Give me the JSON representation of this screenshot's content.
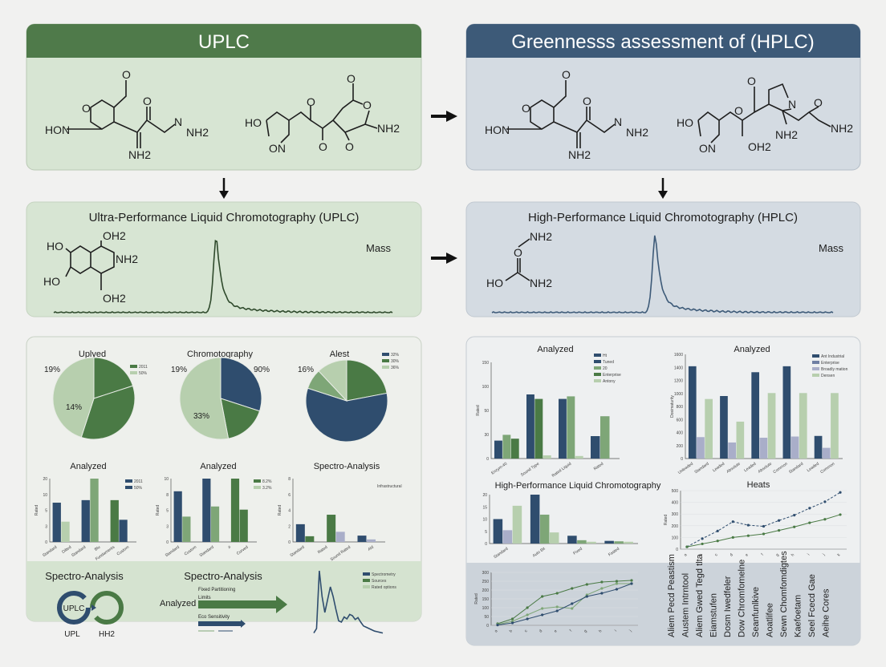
{
  "colors": {
    "navy": "#2f4d6e",
    "green": "#4a7a45",
    "mid_green": "#7ea677",
    "light_green": "#b7cfae",
    "lavender": "#a9aec9",
    "uplc_panel": "#d7e5d3",
    "hplc_panel": "#d4dbe2",
    "uplc_header": "#4f7a4a",
    "hplc_header": "#3d5a78"
  },
  "uplc": {
    "header": "UPLC",
    "molecule_a": {
      "o1": "O",
      "o2": "O",
      "o3": "O",
      "hon": "HON",
      "n": "N",
      "nh2": "NH2",
      "nh2b": "NH2"
    },
    "molecule_b": {
      "ho": "HO",
      "on": "ON",
      "o1": "O",
      "o2": "O",
      "o3": "O",
      "o4": "O",
      "o5": "O",
      "nh2": "NH2"
    },
    "method_title": "Ultra-Performance Liquid Chromotography (UPLC)",
    "method_molecule": {
      "ho1": "HO",
      "ho2": "HO",
      "oh2a": "OH2",
      "oh2b": "OH2",
      "nh2": "NH2"
    },
    "mass_label": "Mass"
  },
  "hplc": {
    "header": "Greennesss assessment of (HPLC)",
    "molecule_a": {
      "o1": "O",
      "o2": "O",
      "o3": "O",
      "hon": "HON",
      "n": "N",
      "nh2": "NH2",
      "nh2b": "NH2"
    },
    "molecule_b": {
      "ho": "HO",
      "on": "ON",
      "o1": "O",
      "o2": "O",
      "n": "N",
      "o3": "O",
      "nh2": "NH2",
      "nh2b": "NH2",
      "oh2": "OH2"
    },
    "method_title": "High-Performance Liquid Chromotography (HPLC)",
    "method_molecule": {
      "nh2a": "NH2",
      "o": "O",
      "ho": "HO",
      "nh2b": "NH2"
    },
    "mass_label": "Mass"
  },
  "bottom_left": {
    "spectro_title_1": "Spectro-Analysis",
    "ring_label": "UPLC",
    "under_left": "UPL",
    "under_right": "HH2",
    "spectro_title_2": "Spectro-Analysis",
    "analyzed": "Analyzed",
    "arrow_text_1": "Fixed Partitioning",
    "arrow_text_2": "Limits",
    "arrow_text_3": "Eco Sensitivity"
  },
  "bottom_right": {
    "labels": [
      "Aliem Pecd Peastism",
      "Austem Intrntool",
      "Aliem Gwed Tegd tlta",
      "Eiamstufen",
      "Dosm Iwedfeler",
      "Dow Chromfomelne",
      "Seanfunlkive",
      "Aoatlifee",
      "Sewn Chomfomdigtes",
      "Kaefoetam",
      "Seel Fcecd Gae",
      "Aeihe Cores"
    ]
  },
  "chart_data": [
    {
      "type": "pie",
      "title": "Uplyed",
      "values": [
        20,
        35,
        45
      ],
      "colors": [
        "#4a7a45",
        "#4a7a45",
        "#b7cfae"
      ],
      "labels": [
        "19%",
        "14%"
      ],
      "legend": [
        {
          "label": "2011",
          "color": "#4a7a45"
        },
        {
          "label": "50%",
          "color": "#b7cfae"
        }
      ]
    },
    {
      "type": "pie",
      "title": "Chromotography",
      "values": [
        30,
        17,
        53
      ],
      "colors": [
        "#2f4d6e",
        "#4a7a45",
        "#b7cfae"
      ],
      "labels": [
        "19%",
        "90%",
        "33%"
      ],
      "legend": []
    },
    {
      "type": "pie",
      "title": "Alest",
      "values": [
        22,
        58,
        8,
        12
      ],
      "colors": [
        "#4a7a45",
        "#2f4d6e",
        "#7ea677",
        "#b7cfae"
      ],
      "labels": [
        "16%"
      ],
      "legend": [
        {
          "label": "32%",
          "color": "#2f4d6e"
        },
        {
          "label": "30%",
          "color": "#4a7a45"
        },
        {
          "label": "36%",
          "color": "#b7cfae"
        }
      ]
    },
    {
      "type": "bar",
      "title": "Analyzed",
      "ylabel": "Rated",
      "ylim": [
        0,
        10
      ],
      "yticks": [
        "0",
        "3",
        "5",
        "10",
        "20"
      ],
      "categories": [
        "Standard",
        "Dilted",
        "Standard",
        "Blu",
        "Fundaments",
        "Custom"
      ],
      "groups": [
        [
          6.2,
          3.2
        ],
        [
          6.6,
          10
        ],
        [
          6.6,
          3.5
        ]
      ],
      "colors": [
        [
          "#2f4d6e",
          "#b7cfae"
        ],
        [
          "#2f4d6e",
          "#7ea677"
        ],
        [
          "#4a7a45",
          "#2f4d6e"
        ]
      ],
      "legend": [
        {
          "label": "2011",
          "color": "#2f4d6e"
        },
        {
          "label": "50%",
          "color": "#2f4d6e"
        }
      ]
    },
    {
      "type": "bar",
      "title": "Analyzed",
      "ylabel": "Rated",
      "ylim": [
        0,
        10
      ],
      "yticks": [
        "0",
        "3",
        "5",
        "8",
        "10"
      ],
      "categories": [
        "Standard",
        "Custom",
        "Standard",
        "#",
        "Curved"
      ],
      "groups": [
        [
          8,
          4
        ],
        [
          10,
          5.6
        ],
        [
          10,
          5.1
        ]
      ],
      "colors": [
        [
          "#2f4d6e",
          "#7ea677"
        ],
        [
          "#2f4d6e",
          "#7ea677"
        ],
        [
          "#4a7a45",
          "#4a7a45"
        ]
      ],
      "legend": [
        {
          "label": "8.2%",
          "color": "#4a7a45"
        },
        {
          "label": "3.2%",
          "color": "#b7cfae"
        }
      ]
    },
    {
      "type": "bar",
      "title": "Spectro-Analysis",
      "ylabel": "Rated",
      "ylim": [
        0,
        10
      ],
      "yticks": [
        "0",
        "2",
        "4",
        "6",
        "8"
      ],
      "categories": [
        "Standard",
        "Rated",
        "Sound Rated",
        "Ald"
      ],
      "groups": [
        [
          2.8,
          0.9
        ],
        [
          4.3,
          1.6
        ],
        [
          1.0,
          0.4
        ]
      ],
      "colors": [
        [
          "#2f4d6e",
          "#4a7a45"
        ],
        [
          "#4a7a45",
          "#a9aec9"
        ],
        [
          "#2f4d6e",
          "#a9aec9"
        ]
      ],
      "legend": [
        {
          "label": "Infrastructural",
          "color": ""
        }
      ]
    },
    {
      "type": "bar",
      "title": "Analyzed",
      "ylabel": "Rated",
      "ylim": [
        0,
        150
      ],
      "yticks": [
        "0",
        "30",
        "50",
        "100",
        "150"
      ],
      "categories": [
        "Enzym-40",
        "Sound Type",
        "Rated Liquid",
        "Rated"
      ],
      "groups": [
        [
          28,
          37,
          31
        ],
        [
          100,
          93,
          5
        ],
        [
          93,
          97,
          4
        ],
        [
          35,
          66
        ]
      ],
      "colors": [
        [
          "#2f4d6e",
          "#7ea677",
          "#4a7a45"
        ],
        [
          "#2f4d6e",
          "#4a7a45",
          "#b7cfae"
        ],
        [
          "#2f4d6e",
          "#7ea677",
          "#b7cfae"
        ],
        [
          "#2f4d6e",
          "#7ea677"
        ]
      ],
      "legend": [
        {
          "label": "Ht",
          "color": "#2f4d6e"
        },
        {
          "label": "Tuned",
          "color": "#2f4d6e"
        },
        {
          "label": "20",
          "color": "#7ea677"
        },
        {
          "label": "Enterprise",
          "color": "#4a7a45"
        },
        {
          "label": "Antony",
          "color": "#b7cfae"
        }
      ]
    },
    {
      "type": "bar",
      "title": "Analyzed",
      "ylabel": "Dosimaturity",
      "ylim": [
        0,
        1750
      ],
      "yticks": [
        "0",
        "200",
        "400",
        "600",
        "800",
        "1000",
        "1200",
        "1400",
        "1600"
      ],
      "categories": [
        "Unleaded",
        "Standard",
        "Leaded",
        "Absolute",
        "Leaded",
        "Absolute",
        "Common",
        "Standard",
        "Leaded",
        "Common"
      ],
      "groups": [
        [
          1550,
          360,
          1000
        ],
        [
          1050,
          270,
          620
        ],
        [
          1450,
          350,
          1100
        ],
        [
          1550,
          370,
          1100
        ],
        [
          380,
          180,
          1100
        ]
      ],
      "colors": [
        [
          "#2f4d6e",
          "#a9aec9",
          "#b7cfae"
        ],
        [
          "#2f4d6e",
          "#a9aec9",
          "#b7cfae"
        ],
        [
          "#2f4d6e",
          "#a9aec9",
          "#b7cfae"
        ],
        [
          "#2f4d6e",
          "#a9aec9",
          "#b7cfae"
        ],
        [
          "#2f4d6e",
          "#a9aec9",
          "#b7cfae"
        ]
      ],
      "legend": [
        {
          "label": "Ant Industrial",
          "color": "#2f4d6e"
        },
        {
          "label": "Enterprise",
          "color": "#6f7fa3"
        },
        {
          "label": "Broadly mation",
          "color": "#a9aec9"
        },
        {
          "label": "Densen",
          "color": "#b7cfae"
        }
      ]
    },
    {
      "type": "bar",
      "title": "High-Performance Liquid Chromotography",
      "ylabel": "",
      "ylim": [
        0,
        22
      ],
      "yticks": [
        "0",
        "5",
        "10",
        "15",
        "20"
      ],
      "categories": [
        "Standard",
        "Auto Bit",
        "Fixed",
        "Fasted"
      ],
      "groups": [
        [
          11,
          6,
          17
        ],
        [
          23,
          13,
          5
        ],
        [
          3.5,
          1.5,
          0.8
        ],
        [
          1.2,
          1,
          0.8
        ]
      ],
      "colors": [
        [
          "#2f4d6e",
          "#a9aec9",
          "#b7cfae"
        ],
        [
          "#2f4d6e",
          "#7ea677",
          "#b7cfae"
        ],
        [
          "#2f4d6e",
          "#7ea677",
          "#b7cfae"
        ],
        [
          "#2f4d6e",
          "#7ea677",
          "#b7cfae"
        ]
      ],
      "legend": []
    },
    {
      "type": "line",
      "title": "Heats",
      "ylabel": "Rated",
      "ylim": [
        0,
        500
      ],
      "yticks": [
        "0",
        "100",
        "200",
        "300",
        "400",
        "500"
      ],
      "categories": [
        "a",
        "b",
        "c",
        "d",
        "e",
        "f",
        "g",
        "h",
        "i",
        "j",
        "k"
      ],
      "series": [
        {
          "values": [
            20,
            90,
            155,
            235,
            205,
            195,
            245,
            290,
            350,
            405,
            485
          ],
          "color": "#2f4d6e",
          "dashed": true
        },
        {
          "values": [
            20,
            45,
            70,
            100,
            115,
            130,
            160,
            190,
            225,
            255,
            295
          ],
          "color": "#4a7a45",
          "dashed": false
        }
      ]
    },
    {
      "type": "line",
      "title": "",
      "ylabel": "Rated",
      "ylim": [
        0,
        330
      ],
      "yticks": [
        "0",
        "50",
        "100",
        "150",
        "200",
        "250",
        "300"
      ],
      "categories": [
        "a",
        "b",
        "c",
        "d",
        "e",
        "f",
        "g",
        "h",
        "i",
        "j"
      ],
      "series": [
        {
          "values": [
            10,
            40,
            110,
            180,
            200,
            230,
            255,
            270,
            275,
            280
          ],
          "color": "#4a7a45",
          "dashed": false
        },
        {
          "values": [
            5,
            25,
            65,
            105,
            115,
            105,
            190,
            230,
            260,
            260
          ],
          "color": "#7ea677",
          "dashed": false
        },
        {
          "values": [
            2,
            15,
            40,
            65,
            90,
            135,
            180,
            200,
            225,
            260
          ],
          "color": "#2f4d6e",
          "dashed": false
        }
      ]
    },
    {
      "type": "line",
      "title": "",
      "ylabel": "",
      "ylim": [
        0,
        100
      ],
      "yticks": [],
      "categories": [],
      "series": [
        {
          "values": [
            3,
            10,
            100,
            60,
            35,
            55,
            75,
            60,
            40,
            22,
            20,
            28,
            25,
            32,
            30,
            24,
            27,
            20,
            14,
            12,
            10,
            8,
            6,
            5,
            4,
            3
          ],
          "color": "#2f4d6e",
          "dashed": false
        }
      ],
      "legend": [
        {
          "label": "Spectrometry",
          "color": "#2f4d6e"
        },
        {
          "label": "Sources",
          "color": "#4a7a45"
        },
        {
          "label": "Rated options",
          "color": "#b7cfae"
        }
      ]
    }
  ]
}
